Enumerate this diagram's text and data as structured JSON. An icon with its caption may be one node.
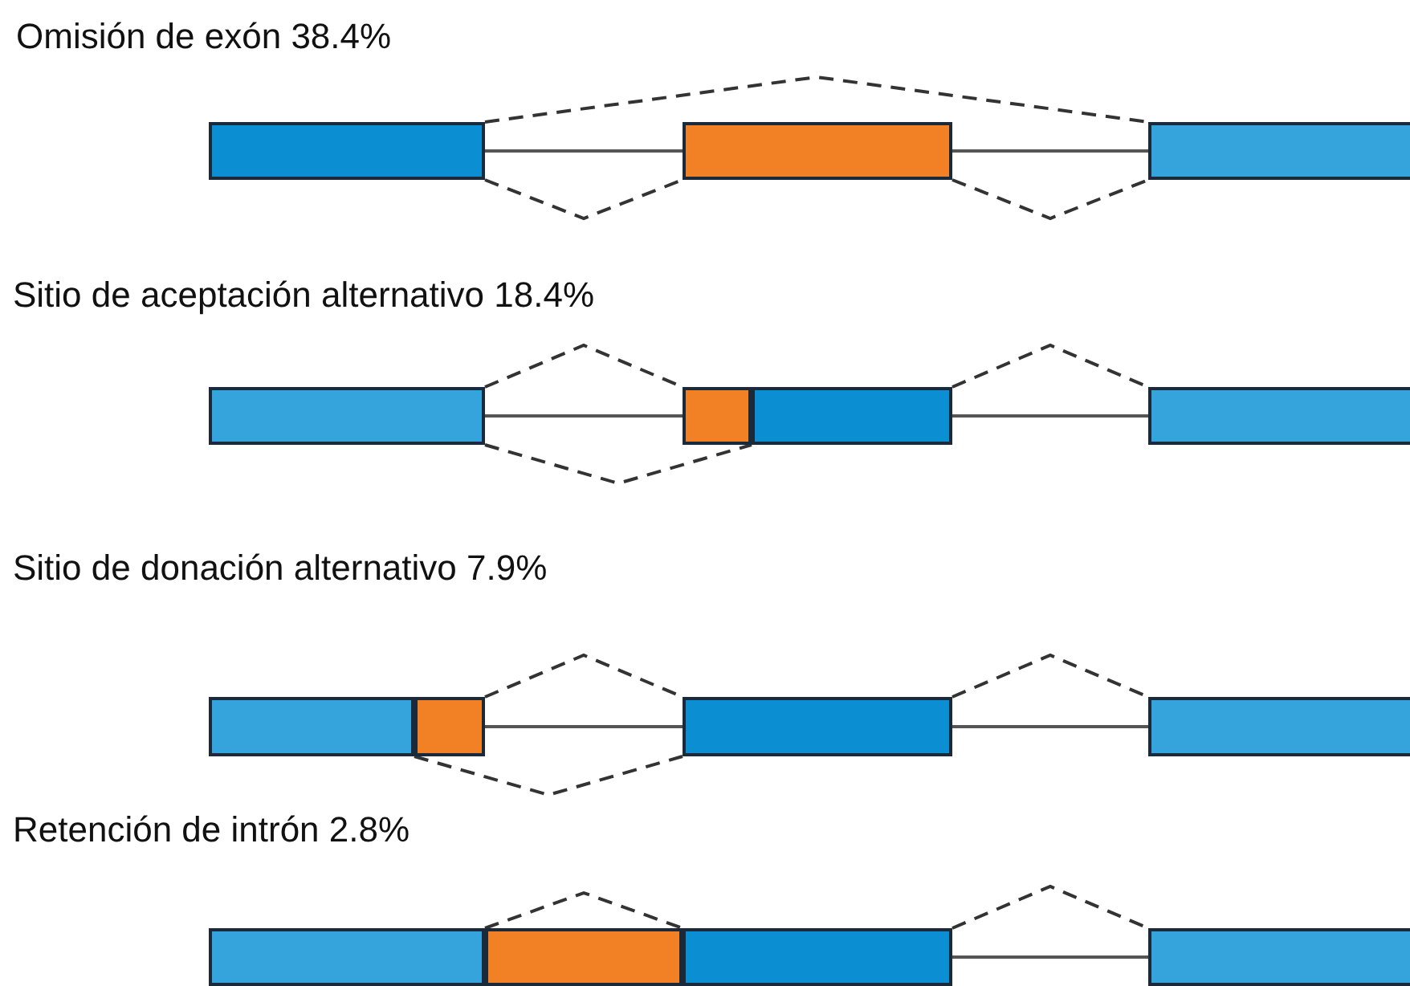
{
  "diagram": {
    "nodes": [
      {
        "text": [],
        "shape": "box"
      },
      {
        "text": [],
        "shape": "box"
      },
      {
        "text": [],
        "shape": "box"
      },
      {
        "text": [],
        "shape": "box"
      },
      {
        "text": [],
        "shape": "box"
      },
      {
        "text": [],
        "shape": "box"
      },
      {
        "text": [],
        "shape": "box"
      },
      {
        "text": [],
        "shape": "box"
      },
      {
        "text": [],
        "shape": "box"
      },
      {
        "text": [],
        "shape": "box"
      },
      {
        "text": [],
        "shape": "box"
      },
      {
        "text": [],
        "shape": "box"
      },
      {
        "text": [],
        "shape": "box"
      },
      {
        "text": [],
        "shape": "box"
      },
      {
        "text": [],
        "shape": "box"
      }
    ],
    "edges": [
      {
        "from": 0,
        "to": 1,
        "arrow": "none"
      },
      {
        "from": 1,
        "to": 2,
        "arrow": "none"
      },
      {
        "from": 0,
        "to": 2,
        "arrow": "none",
        "style": "dashed"
      },
      {
        "from": 0,
        "to": 1,
        "arrow": "none",
        "style": "dashed"
      },
      {
        "from": 1,
        "to": 2,
        "arrow": "none",
        "style": "dashed"
      },
      {
        "from": 3,
        "to": 4,
        "arrow": "none"
      },
      {
        "from": 5,
        "to": 6,
        "arrow": "none"
      },
      {
        "from": 3,
        "to": 4,
        "arrow": "none",
        "style": "dashed"
      },
      {
        "from": 3,
        "to": 5,
        "arrow": "none",
        "style": "dashed"
      },
      {
        "from": 5,
        "to": 6,
        "arrow": "none",
        "style": "dashed"
      },
      {
        "from": 8,
        "to": 9,
        "arrow": "none"
      },
      {
        "from": 9,
        "to": 10,
        "arrow": "none"
      },
      {
        "from": 8,
        "to": 9,
        "arrow": "none",
        "style": "dashed"
      },
      {
        "from": 7,
        "to": 9,
        "arrow": "none",
        "style": "dashed"
      },
      {
        "from": 9,
        "to": 10,
        "arrow": "none",
        "style": "dashed"
      },
      {
        "from": 13,
        "to": 14,
        "arrow": "none"
      },
      {
        "from": 11,
        "to": 13,
        "arrow": "none",
        "style": "dashed"
      },
      {
        "from": 13,
        "to": 14,
        "arrow": "none",
        "style": "dashed"
      }
    ],
    "labels": [
      "Omisión de exón 38.4%",
      "Sitio de aceptación alternativo 18.4%",
      "Sitio de donación alternativo 7.9%",
      "Retención de intrón 2.8%"
    ]
  }
}
